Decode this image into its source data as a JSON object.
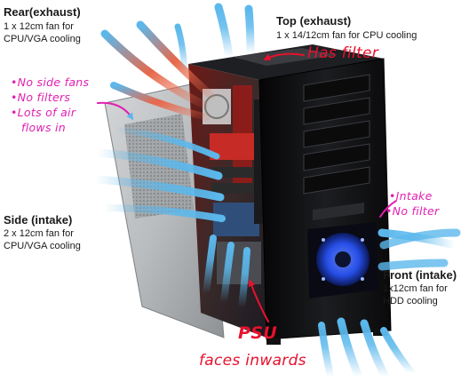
{
  "labels": {
    "rear": {
      "title": "Rear(exhaust)",
      "line1": "1 x 12cm fan for",
      "line2": "CPU/VGA cooling"
    },
    "top": {
      "title": "Top (exhaust)",
      "line1": "1 x 14/12cm fan for CPU cooling"
    },
    "side": {
      "title": "Side (intake)",
      "line1": "2 x 12cm fan for",
      "line2": "CPU/VGA cooling"
    },
    "front": {
      "title": "Front (intake)",
      "line1": "1x12cm fan for",
      "line2": "HDD cooling"
    }
  },
  "annotations": {
    "has_filter": "Has filter",
    "side_notes": [
      "•No side fans",
      "•No filters",
      "•Lots of air",
      "flows in"
    ],
    "front_notes": [
      "•Intake",
      "•No filter"
    ],
    "psu_title": "PSU",
    "psu_sub": "faces inwards"
  },
  "colors": {
    "intake_air": "#5bb8ec",
    "exhaust_air": "#e8684a",
    "note_red": "#e8112d",
    "note_magenta": "#e21fb0",
    "case_black": "#0e0e10",
    "front_led": "#2a56ff"
  }
}
